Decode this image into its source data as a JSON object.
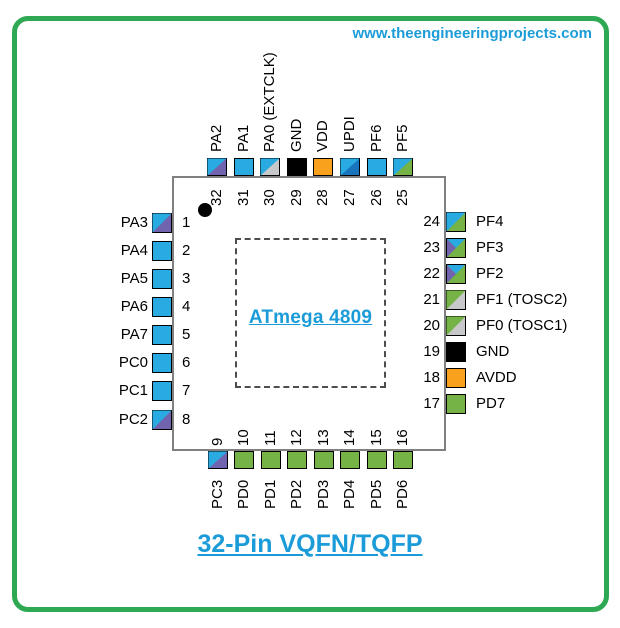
{
  "header": {
    "website": "www.theengineeringprojects.com"
  },
  "chip": {
    "name": "ATmega 4809"
  },
  "footer": {
    "title": "32-Pin VQFN/TQFP"
  },
  "palette": {
    "accent_blue": "#1B9CD8",
    "frame_green": "#2EA853",
    "chip_outline": "#808080",
    "cyan": "#29ABE2",
    "purple": "#7163AE",
    "green": "#76B347",
    "orange": "#F9A11D",
    "darkblue": "#1874BC",
    "gray": "#C6C8CA",
    "black": "#000000"
  },
  "pins": {
    "top": [
      {
        "number": "32",
        "label": "PA2",
        "colors": [
          "cyan",
          "purple"
        ]
      },
      {
        "number": "31",
        "label": "PA1",
        "colors": [
          "cyan"
        ]
      },
      {
        "number": "30",
        "label": "PA0 (EXTCLK)",
        "colors": [
          "cyan",
          "gray"
        ]
      },
      {
        "number": "29",
        "label": "GND",
        "colors": [
          "black"
        ]
      },
      {
        "number": "28",
        "label": "VDD",
        "colors": [
          "orange"
        ]
      },
      {
        "number": "27",
        "label": "UPDI",
        "colors": [
          "cyan",
          "darkblue"
        ]
      },
      {
        "number": "26",
        "label": "PF6",
        "colors": [
          "cyan"
        ]
      },
      {
        "number": "25",
        "label": "PF5",
        "colors": [
          "cyan",
          "green"
        ]
      }
    ],
    "left": [
      {
        "number": "1",
        "label": "PA3",
        "colors": [
          "cyan",
          "purple"
        ]
      },
      {
        "number": "2",
        "label": "PA4",
        "colors": [
          "cyan"
        ]
      },
      {
        "number": "3",
        "label": "PA5",
        "colors": [
          "cyan"
        ]
      },
      {
        "number": "4",
        "label": "PA6",
        "colors": [
          "cyan"
        ]
      },
      {
        "number": "5",
        "label": "PA7",
        "colors": [
          "cyan"
        ]
      },
      {
        "number": "6",
        "label": "PC0",
        "colors": [
          "cyan"
        ]
      },
      {
        "number": "7",
        "label": "PC1",
        "colors": [
          "cyan"
        ]
      },
      {
        "number": "8",
        "label": "PC2",
        "colors": [
          "cyan",
          "purple"
        ]
      }
    ],
    "right": [
      {
        "number": "24",
        "label": "PF4",
        "colors": [
          "cyan",
          "green"
        ]
      },
      {
        "number": "23",
        "label": "PF3",
        "colors": [
          "cyan",
          "purple",
          "green"
        ]
      },
      {
        "number": "22",
        "label": "PF2",
        "colors": [
          "cyan",
          "purple",
          "green"
        ]
      },
      {
        "number": "21",
        "label": "PF1 (TOSC2)",
        "colors": [
          "green",
          "gray"
        ]
      },
      {
        "number": "20",
        "label": "PF0 (TOSC1)",
        "colors": [
          "green",
          "gray"
        ]
      },
      {
        "number": "19",
        "label": "GND",
        "colors": [
          "black"
        ]
      },
      {
        "number": "18",
        "label": "AVDD",
        "colors": [
          "orange"
        ]
      },
      {
        "number": "17",
        "label": "PD7",
        "colors": [
          "green"
        ]
      }
    ],
    "bottom": [
      {
        "number": "9",
        "label": "PC3",
        "colors": [
          "cyan",
          "purple"
        ]
      },
      {
        "number": "10",
        "label": "PD0",
        "colors": [
          "green"
        ]
      },
      {
        "number": "11",
        "label": "PD1",
        "colors": [
          "green"
        ]
      },
      {
        "number": "12",
        "label": "PD2",
        "colors": [
          "green"
        ]
      },
      {
        "number": "13",
        "label": "PD3",
        "colors": [
          "green"
        ]
      },
      {
        "number": "14",
        "label": "PD4",
        "colors": [
          "green"
        ]
      },
      {
        "number": "15",
        "label": "PD5",
        "colors": [
          "green"
        ]
      },
      {
        "number": "16",
        "label": "PD6",
        "colors": [
          "green"
        ]
      }
    ]
  }
}
